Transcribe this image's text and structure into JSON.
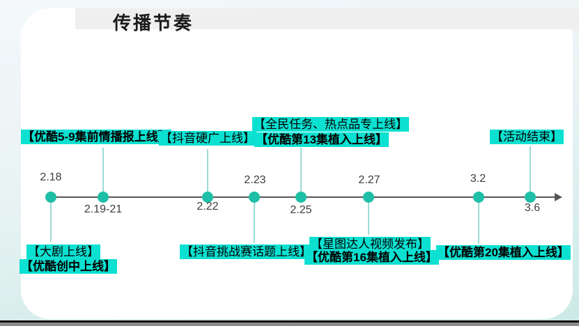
{
  "title": "传播节奏",
  "colors": {
    "highlight": "#0CE0D1",
    "dot": "#1EBFA6",
    "axis": "#565656",
    "connector": "#9BDCD4",
    "title_band": "#EFEFEF",
    "card": "#FFFFFF"
  },
  "points": [
    {
      "date": "2.18",
      "date_side": "above",
      "events_side": "below",
      "events": [
        {
          "text": "【大剧上线】",
          "bold": false
        },
        {
          "text": "【优酷创中上线】",
          "bold": true
        }
      ]
    },
    {
      "date": "2.19-21",
      "date_side": "below",
      "events_side": "above",
      "events": [
        {
          "text": "【优酷5-9集前情播报上线】",
          "bold": true
        }
      ]
    },
    {
      "date": "2.22",
      "date_side": "below",
      "events_side": "above",
      "events": [
        {
          "text": "【抖音硬广上线】",
          "bold": false
        }
      ]
    },
    {
      "date": "2.23",
      "date_side": "above",
      "events_side": "below",
      "events": [
        {
          "text": "【抖音挑战赛话题上线】",
          "bold": false
        }
      ]
    },
    {
      "date": "2.25",
      "date_side": "below",
      "events_side": "above",
      "events": [
        {
          "text": "【全民任务、热点品专上线】",
          "bold": false
        },
        {
          "text": "【优酷第13集植入上线】",
          "bold": true
        }
      ]
    },
    {
      "date": "2.27",
      "date_side": "above",
      "events_side": "below",
      "events": [
        {
          "text": "【星图达人视频发布】",
          "bold": false
        },
        {
          "text": "【优酷第16集植入上线】",
          "bold": true
        }
      ]
    },
    {
      "date": "3.2",
      "date_side": "above",
      "events_side": "below",
      "events": [
        {
          "text": "【优酷第20集植入上线】",
          "bold": true
        }
      ]
    },
    {
      "date": "3.6",
      "date_side": "below",
      "events_side": "above",
      "events": [
        {
          "text": "【活动结束】",
          "bold": false
        }
      ]
    }
  ]
}
